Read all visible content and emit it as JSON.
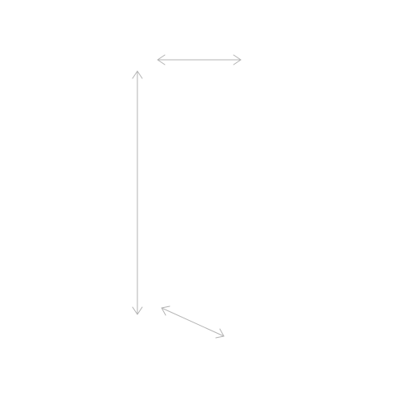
{
  "diagram": {
    "background_color": "#ffffff",
    "stroke_color": "#b3b3b3",
    "arrows": [
      {
        "id": "horizontal-dimension-arrow",
        "style": "double-headed"
      },
      {
        "id": "vertical-dimension-arrow",
        "style": "double-headed"
      },
      {
        "id": "diagonal-dimension-arrow",
        "style": "double-headed"
      }
    ]
  }
}
